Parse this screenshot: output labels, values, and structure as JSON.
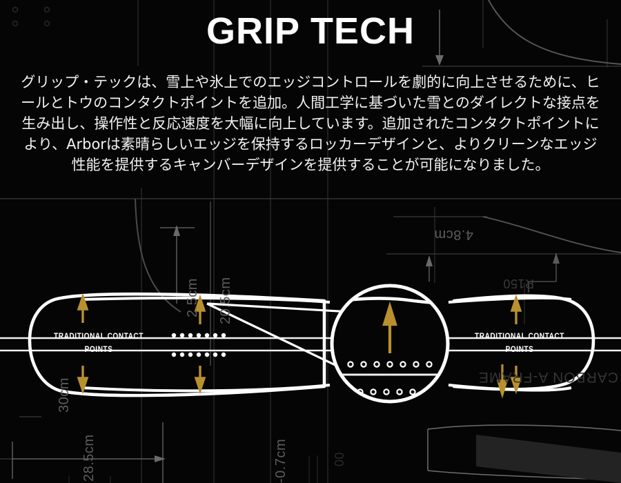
{
  "header": {
    "title": "GRIP TECH"
  },
  "body": {
    "paragraph": "グリップ・テックは、雪上や氷上でのエッジコントロールを劇的に向上させるために、ヒールとトウのコンタクトポイントを追加。人間工学に基づいた雪とのダイレクトな接点を生み出し、操作性と反応速度を大幅に向上しています。追加されたコンタクトポイントにより、Arborは素晴らしいエッジを保持するロッカーデザインと、よりクリーンなエッジ性能を提供するキャンバーデザインを提供することが可能になりました。"
  },
  "diagram": {
    "contact_label_left": "TRADITIONAL CONTACT POINTS",
    "contact_label_right": "TRADITIONAL CONTACT POINTS",
    "dimensions": {
      "d_2_5cm": "2.5cm",
      "d_20_5cm": "20.5cm",
      "d_30cm": "30cm",
      "d_28_5cm": "28.5cm",
      "d_minus_0_7cm": "-0.7cm",
      "d_4_8cm": "4.8cm",
      "radius_r150": "R150",
      "bottom_number": "00"
    },
    "watermark_carbon_aframe": "CARBON A-FRAME"
  },
  "colors": {
    "background": "#050505",
    "board_outline": "#ffffff",
    "accent_gold": "#b8902e",
    "blueprint_line": "#4a4a4a",
    "dim_text": "#5c5c5c",
    "title_text": "#ffffff",
    "body_text": "#f2f2f2"
  }
}
